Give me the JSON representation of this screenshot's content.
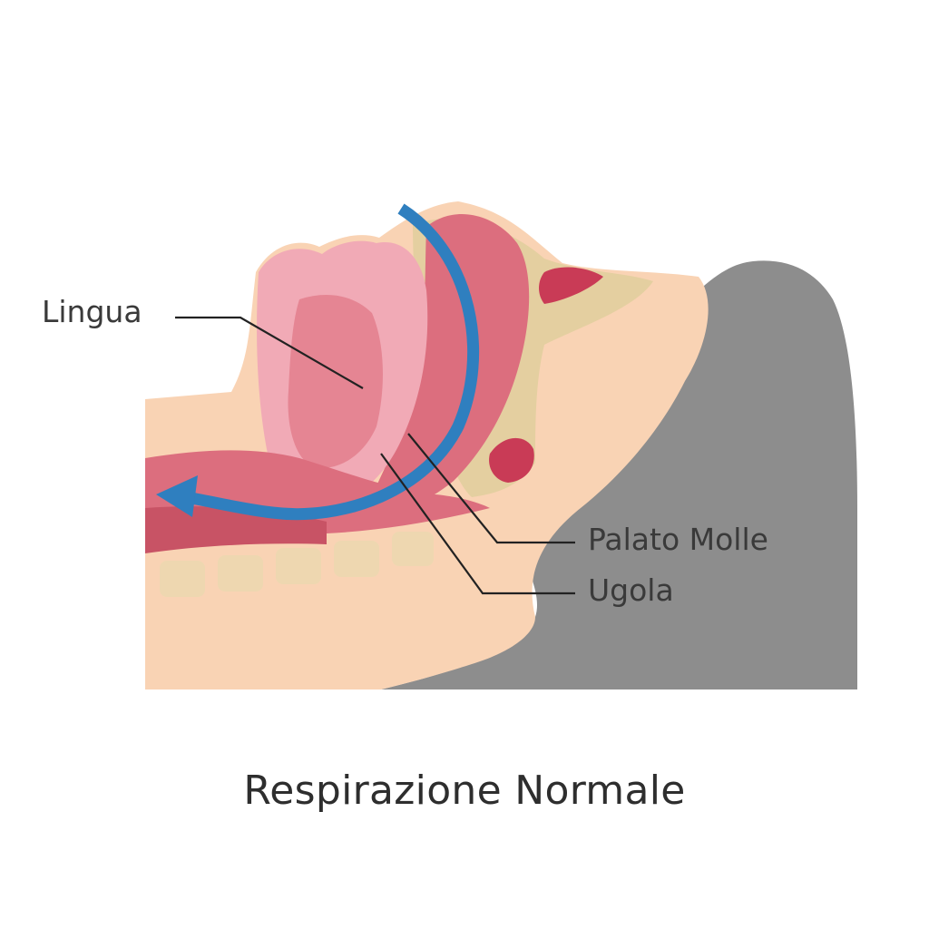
{
  "labels": {
    "tongue": "Lingua",
    "soft_palate": "Palato Molle",
    "uvula": "Ugola"
  },
  "caption": "Respirazione Normale",
  "colors": {
    "skin": "#f9d3b4",
    "pillow": "#8c8c8c",
    "tissue": "#dc6e7e",
    "tissue_light": "#f1aab6",
    "bone": "#e4cfa0",
    "airflow": "#2f7fbf",
    "leader_line": "#222222"
  }
}
